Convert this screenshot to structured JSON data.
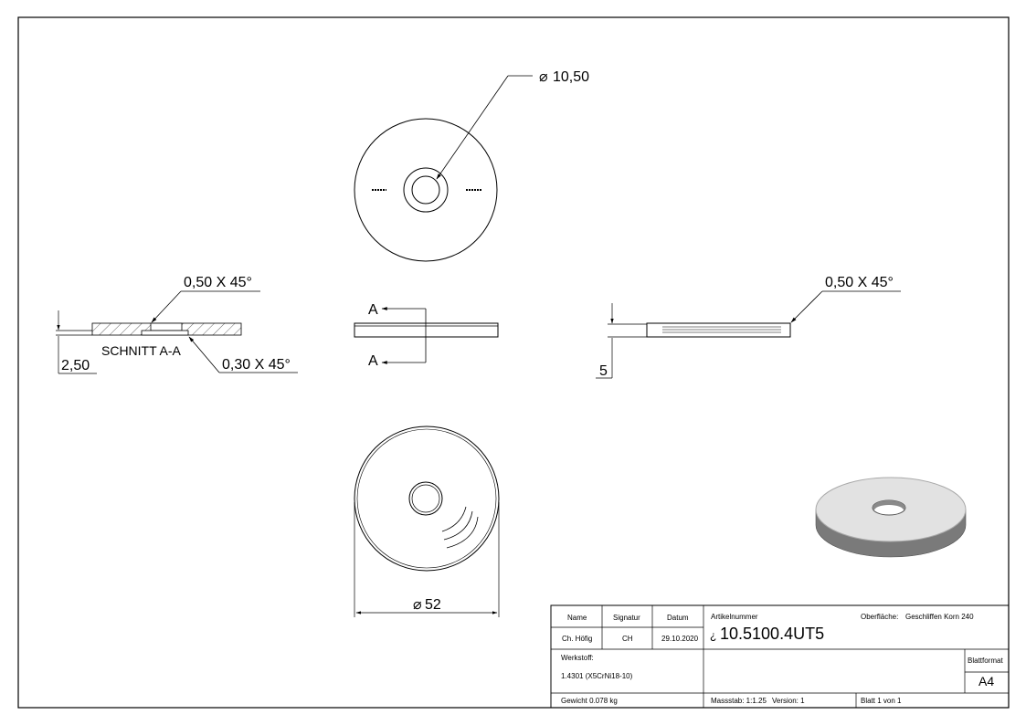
{
  "top_view": {
    "hole_diameter": "10,50",
    "diameter_symbol": "⌀"
  },
  "front_view": {
    "section_mark_top": "A",
    "section_mark_bottom": "A"
  },
  "section_view": {
    "chamfer_top": "0,50 X 45°",
    "label": "SCHNITT A-A",
    "chamfer_bottom": "0,30 X 45°",
    "thickness": "2,50"
  },
  "side_view": {
    "chamfer": "0,50 X 45°",
    "height": "5"
  },
  "bottom_view": {
    "outer_diameter": "52",
    "diameter_symbol": "⌀"
  },
  "title_block": {
    "hdr_name": "Name",
    "hdr_signatur": "Signatur",
    "hdr_datum": "Datum",
    "name": "Ch. Höfig",
    "signatur": "CH",
    "datum": "29.10.2020",
    "artikel_label": "Artikelnummer",
    "artikel_prefix": "¿",
    "artikel_number": "10.5100.4UT5",
    "oberflaeche_label": "Oberfläche:",
    "oberflaeche_value": "Geschliffen Korn 240",
    "werkstoff_label": "Werkstoff:",
    "werkstoff_value": "1.4301 (X5CrNi18-10)",
    "blattformat_label": "Blattformat",
    "blattformat_value": "A4",
    "gewicht": "Gewicht 0.078 kg",
    "massstab": "Massstab: 1:1.25",
    "version": "Version: 1",
    "blatt": "Blatt 1 von 1"
  },
  "colors": {
    "line": "#000000",
    "shade_top": "#e2e2e2",
    "shade_side": "#7a7a7a",
    "shade_edge": "#a9a9a9"
  }
}
